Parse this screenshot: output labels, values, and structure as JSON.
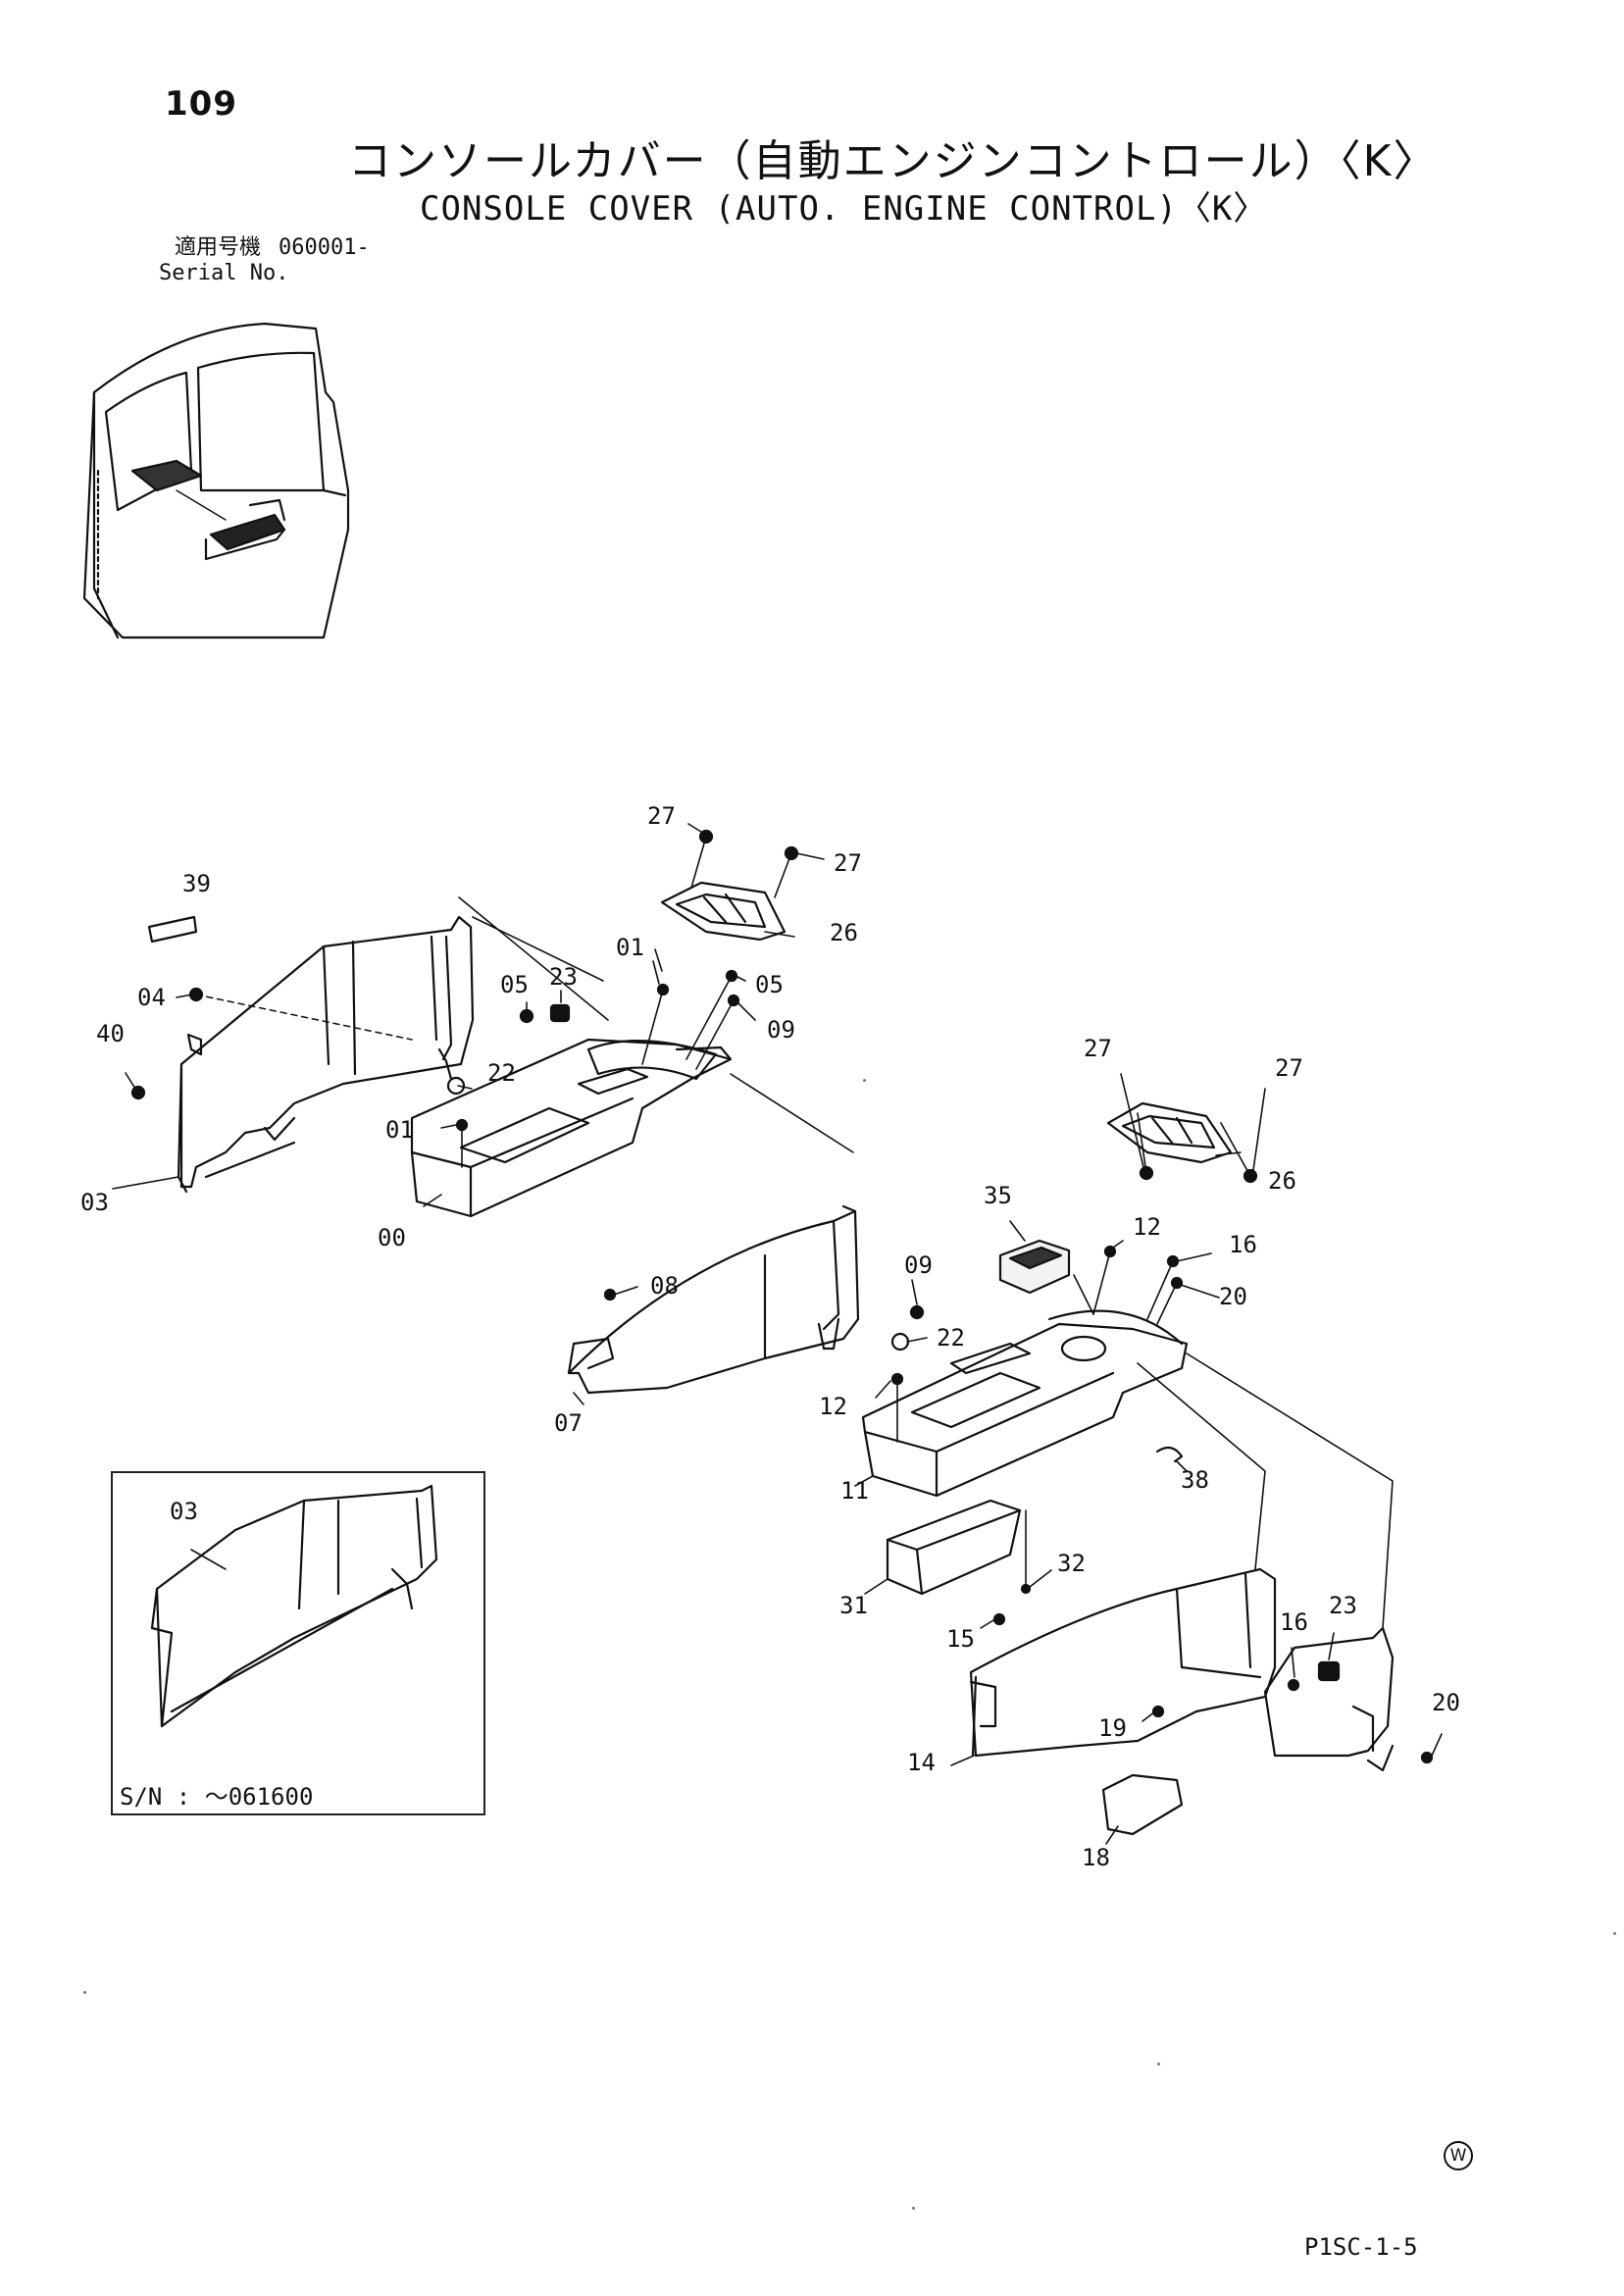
{
  "page": {
    "number": "109",
    "title_jp": "コンソールカバー（自動エンジンコントロール）〈K〉",
    "title_en": "CONSOLE COVER (AUTO. ENGINE CONTROL)〈K〉"
  },
  "serial": {
    "label_jp": "適用号機",
    "label_en": "Serial No.",
    "value": "060001-"
  },
  "inset": {
    "note": "S/N : ～061600",
    "part_label": "03"
  },
  "part_labels": {
    "p39": "39",
    "p04": "04",
    "p40": "40",
    "p03": "03",
    "p05": "05",
    "p23a": "23",
    "p22a": "22",
    "p01a": "01",
    "p01b": "01",
    "p00": "00",
    "p27a": "27",
    "p27b": "27",
    "p26a": "26",
    "p05b": "05",
    "p09a": "09",
    "p27c": "27",
    "p27d": "27",
    "p26b": "26",
    "p35": "35",
    "p12a": "12",
    "p16a": "16",
    "p20a": "20",
    "p08": "08",
    "p09b": "09",
    "p22b": "22",
    "p07": "07",
    "p12b": "12",
    "p11": "11",
    "p38": "38",
    "p32": "32",
    "p31": "31",
    "p15": "15",
    "p16b": "16",
    "p23b": "23",
    "p20b": "20",
    "p19": "19",
    "p14": "14",
    "p18": "18"
  },
  "footer": {
    "mark": "W",
    "code": "P1SC-1-5"
  }
}
